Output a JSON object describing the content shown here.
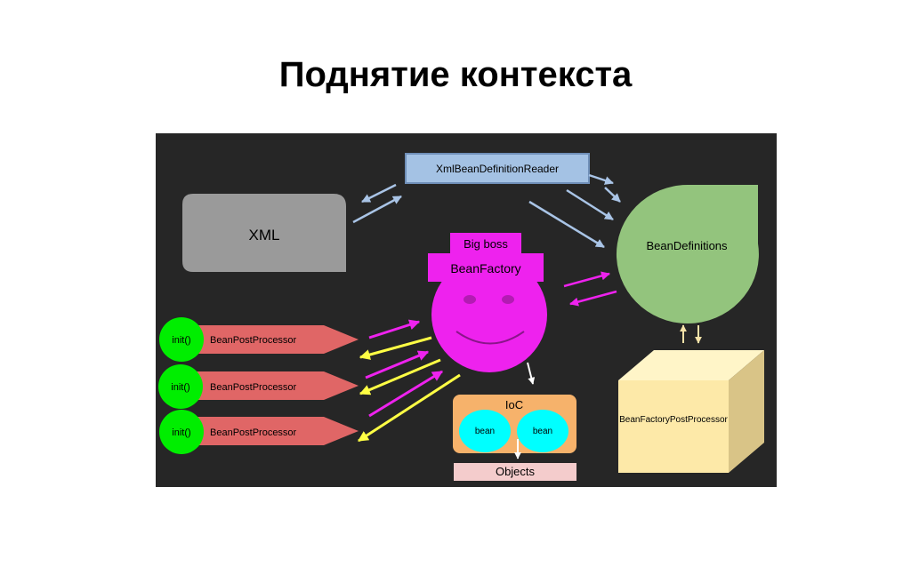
{
  "slide": {
    "title": "Поднятие контекста"
  },
  "diagram": {
    "reader_label": "XmlBeanDefinitionReader",
    "xml_label": "XML",
    "bean_definitions_label": "BeanDefinitions",
    "big_boss_label": "Big boss",
    "bean_factory_label": "BeanFactory",
    "ioc_label": "IoC",
    "bean_labels": [
      "bean",
      "bean"
    ],
    "objects_label": "Objects",
    "bfpp_label": "BeanFactoryPostProcessor",
    "bpp_rows": [
      {
        "init_label": "init()",
        "bpp_label": "BeanPostProcessor"
      },
      {
        "init_label": "init()",
        "bpp_label": "BeanPostProcessor"
      },
      {
        "init_label": "init()",
        "bpp_label": "BeanPostProcessor"
      }
    ]
  }
}
